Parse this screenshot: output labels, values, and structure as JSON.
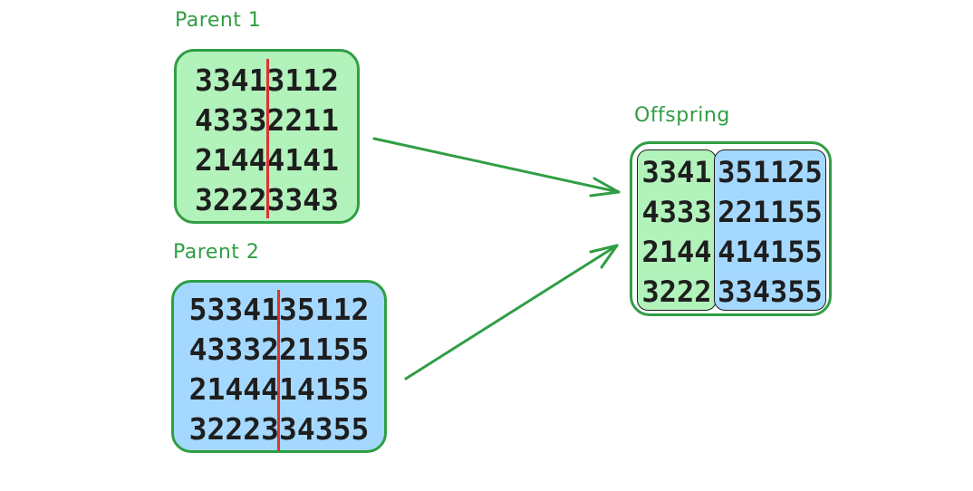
{
  "parent1": {
    "label": "Parent 1",
    "rows": [
      "33413112",
      "43332211",
      "21444141",
      "32223343"
    ]
  },
  "parent2": {
    "label": "Parent 2",
    "rows": [
      "533413511 2",
      "43332211 55",
      "21444141 55",
      "32223343 55"
    ]
  },
  "offspring": {
    "label": "Offspring",
    "left_rows": [
      "3341",
      "4333",
      "2144",
      "3222"
    ],
    "right_rows": [
      "351125",
      "221155",
      "414155",
      "334355"
    ]
  },
  "colors": {
    "green_fill": "#b2f2bb",
    "blue_fill": "#a5d8ff",
    "stroke": "#2f9e44",
    "cut_line": "#e03131"
  }
}
